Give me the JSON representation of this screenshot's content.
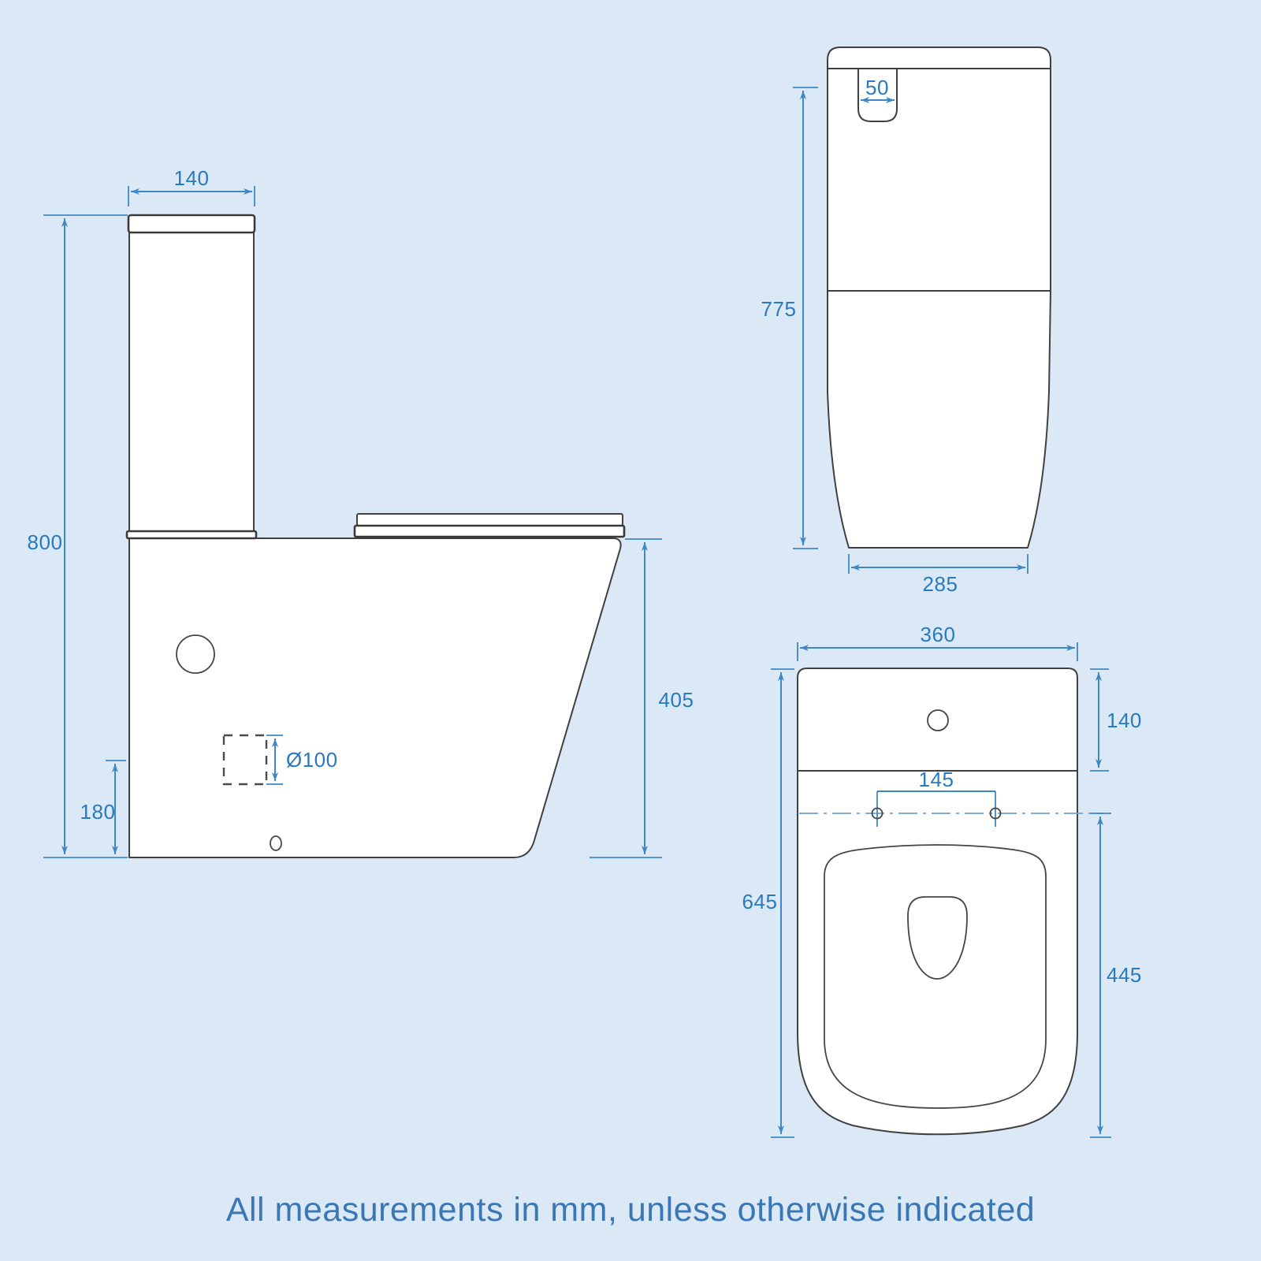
{
  "note": "All measurements in mm, unless otherwise indicated",
  "dimensions": {
    "side_view": {
      "cistern_width": "140",
      "overall_height": "800",
      "outlet_height": "180",
      "outlet_diameter": "Ø100",
      "pan_height": "405"
    },
    "front_view": {
      "flush_button_width": "50",
      "total_height": "775",
      "base_width": "285"
    },
    "top_view": {
      "overall_width": "360",
      "cistern_depth": "140",
      "fixing_centres": "145",
      "overall_depth": "645",
      "seat_depth": "445"
    }
  },
  "colors": {
    "background": "#dbe9f6",
    "drawing_line": "#404040",
    "dimension_line": "#3f87c5",
    "label_text": "#2979be",
    "note_text": "#3b77b4",
    "centerline": "#6fa3d8",
    "fill": "#ffffff"
  }
}
